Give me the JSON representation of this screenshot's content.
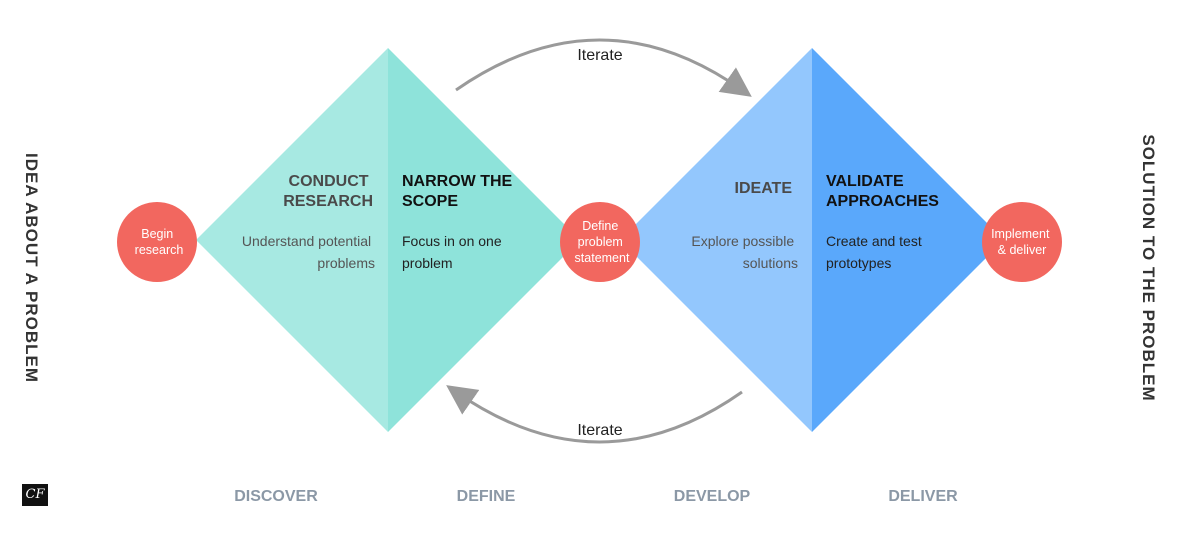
{
  "side_labels": {
    "left": "IDEA ABOUT A PROBLEM",
    "right": "SOLUTION TO THE PROBLEM"
  },
  "iterate": {
    "top": "Iterate",
    "bottom": "Iterate"
  },
  "circles": {
    "start": [
      "Begin",
      "research"
    ],
    "middle": [
      "Define",
      "problem",
      "statement"
    ],
    "end": [
      "Implement",
      "& deliver"
    ]
  },
  "sections": {
    "conduct": {
      "title": [
        "CONDUCT",
        "RESEARCH"
      ],
      "body": [
        "Understand potential",
        "problems"
      ]
    },
    "narrow": {
      "title": [
        "NARROW THE",
        "SCOPE"
      ],
      "body": [
        "Focus in on one",
        "problem"
      ]
    },
    "ideate": {
      "title": [
        "IDEATE"
      ],
      "body": [
        "Explore possible",
        "solutions"
      ]
    },
    "validate": {
      "title": [
        "VALIDATE",
        "APPROACHES"
      ],
      "body": [
        "Create and test",
        "prototypes"
      ]
    }
  },
  "phases": [
    "DISCOVER",
    "DEFINE",
    "DEVELOP",
    "DELIVER"
  ],
  "logo": "CF",
  "colors": {
    "discover": "#a7e9e2",
    "define": "#8ee3da",
    "develop": "#93c7fd",
    "deliver": "#5aa8fb",
    "circle": "#f2675f",
    "arrow": "#9a9a9a"
  }
}
